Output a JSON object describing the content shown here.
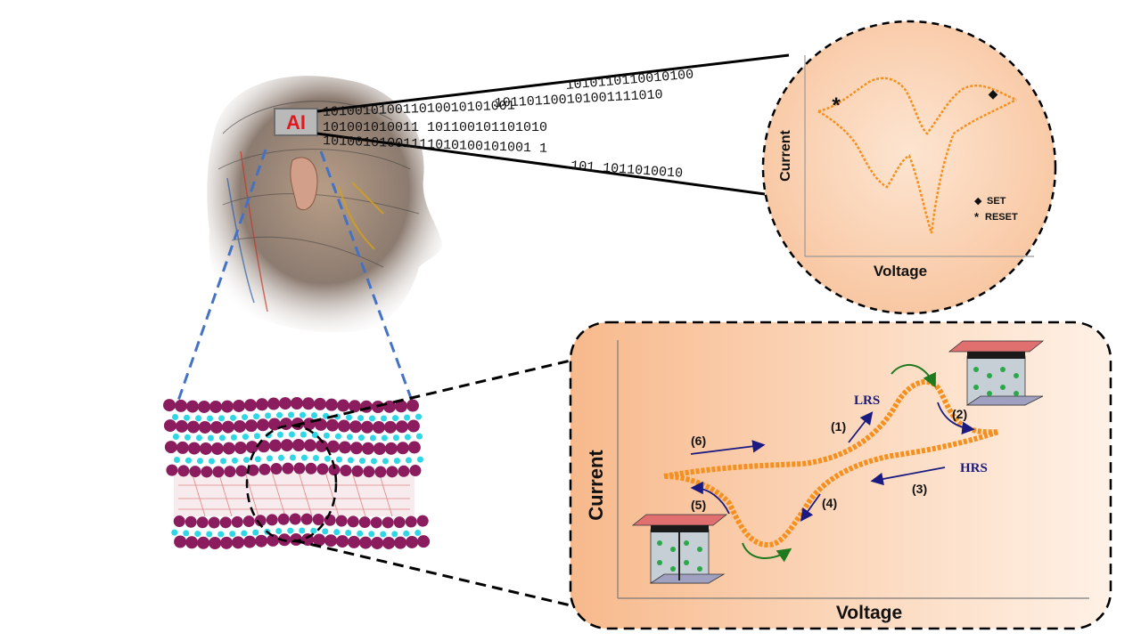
{
  "head": {
    "badge": "AI"
  },
  "binary_streams": [
    "1010110110010100",
    "101101100101001111010",
    "101001010011010010101001",
    "101001010011 101100101101010",
    "10100101001111010100101001 1",
    "101 1011010010"
  ],
  "upper_plot": {
    "xlabel": "Voltage",
    "ylabel": "Current",
    "legend": [
      {
        "symbol": "◆",
        "label": "SET"
      },
      {
        "symbol": "*",
        "label": "RESET"
      }
    ],
    "reset_marker": "*",
    "set_marker": "◆"
  },
  "lower_plot": {
    "xlabel": "Voltage",
    "ylabel": "Current",
    "states": {
      "lrs": "LRS",
      "hrs": "HRS"
    },
    "steps": [
      "(1)",
      "(2)",
      "(3)",
      "(4)",
      "(5)",
      "(6)"
    ]
  },
  "colors": {
    "curve": "#f5901e",
    "arrow": "#1a1a80",
    "green_arrow": "#1f7a1f",
    "panel": "#fbd3b2"
  }
}
